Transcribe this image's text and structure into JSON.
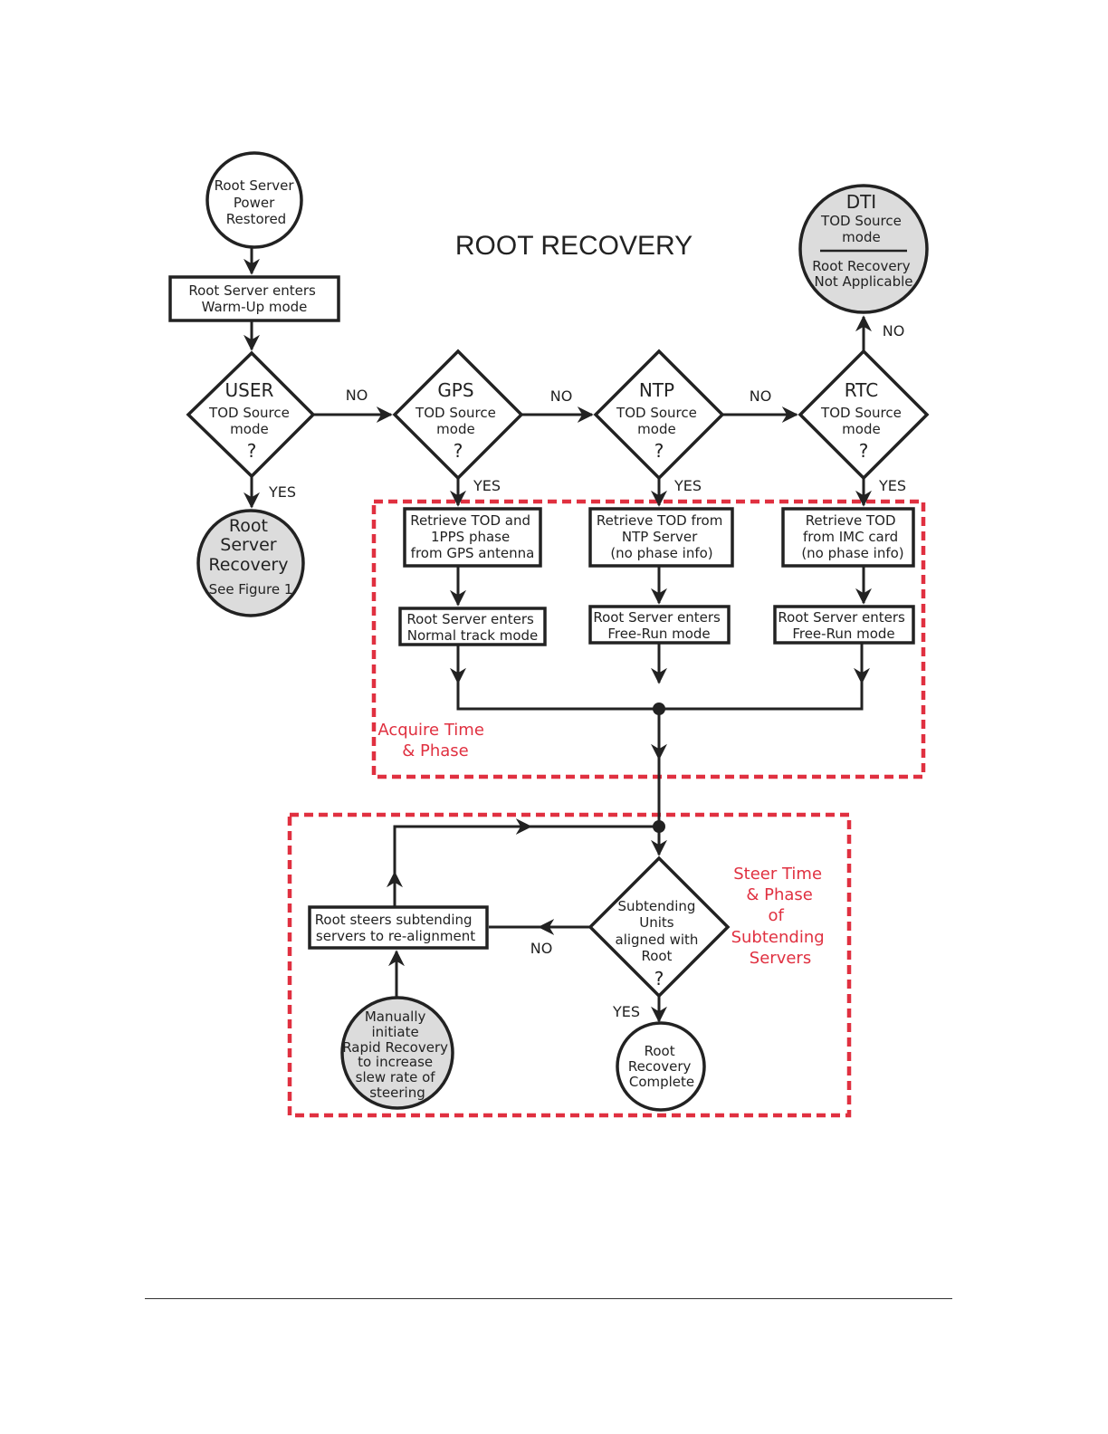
{
  "colors": {
    "ink": "#222222",
    "accent": "#e03040",
    "grey_fill": "#dcdcdc"
  },
  "title": "ROOT RECOVERY",
  "start": [
    "Root Server",
    "Power",
    "Restored"
  ],
  "warmup": [
    "Root Server enters",
    "Warm-Up mode"
  ],
  "decisions": {
    "user": {
      "name": "USER",
      "line1": "TOD Source",
      "line2": "mode",
      "q": "?"
    },
    "gps": {
      "name": "GPS",
      "line1": "TOD Source",
      "line2": "mode",
      "q": "?"
    },
    "ntp": {
      "name": "NTP",
      "line1": "TOD Source",
      "line2": "mode",
      "q": "?"
    },
    "rtc": {
      "name": "RTC",
      "line1": "TOD Source",
      "line2": "mode",
      "q": "?"
    }
  },
  "dti": {
    "name": "DTI",
    "line1": "TOD Source",
    "line2": "mode",
    "note1": "Root Recovery",
    "note2": "Not Applicable"
  },
  "root_server_recovery": [
    "Root",
    "Server",
    "Recovery",
    "See Figure 1"
  ],
  "labels": {
    "no": "NO",
    "yes": "YES"
  },
  "retrieve": {
    "gps": [
      "Retrieve TOD and",
      "1PPS phase",
      "from GPS antenna"
    ],
    "ntp": [
      "Retrieve TOD  from",
      "NTP Server",
      "(no phase info)"
    ],
    "rtc": [
      "Retrieve TOD",
      "from IMC card",
      "(no phase info)"
    ]
  },
  "enters": {
    "gps": [
      "Root Server enters",
      "Normal track mode"
    ],
    "ntp": [
      "Root Server enters",
      "Free-Run mode"
    ],
    "rtc": [
      "Root Server enters",
      "Free-Run mode"
    ]
  },
  "acquire_label": [
    "Acquire Time",
    "& Phase"
  ],
  "steer_label": [
    "Steer Time",
    "& Phase",
    "of",
    "Subtending",
    "Servers"
  ],
  "aligned": [
    "Subtending",
    "Units",
    "aligned with",
    "Root",
    "?"
  ],
  "steers": [
    "Root steers subtending",
    "servers to re-alignment"
  ],
  "manual": [
    "Manually",
    "initiate",
    "Rapid Recovery",
    "to increase",
    "slew rate of",
    "steering"
  ],
  "complete": [
    "Root",
    "Recovery",
    "Complete"
  ]
}
